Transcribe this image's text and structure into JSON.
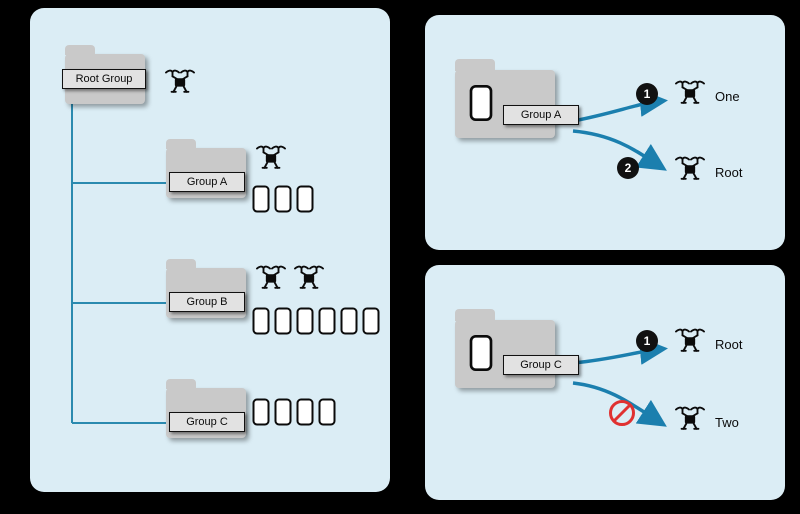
{
  "colors": {
    "background": "#000000",
    "panel_bg": "#dbedf5",
    "connector": "#2b8aaf",
    "arrow": "#1b7fae",
    "folder": "#c9c9c9",
    "label_bg": "#e2e2e2",
    "badge_bg": "#111111",
    "badge_text": "#ffffff",
    "prohibited": "#e03131"
  },
  "hierarchy_panel": {
    "root": {
      "label": "Root Group",
      "drone_count": 1,
      "phone_count": 0
    },
    "children": [
      {
        "label": "Group A",
        "drone_count": 1,
        "phone_count": 3
      },
      {
        "label": "Group B",
        "drone_count": 2,
        "phone_count": 6
      },
      {
        "label": "Group C",
        "drone_count": 0,
        "phone_count": 4
      }
    ]
  },
  "scenario_top": {
    "folder_label": "Group A",
    "phone_count": 1,
    "flows": [
      {
        "badge": "1",
        "target_label": "One",
        "allowed": true
      },
      {
        "badge": "2",
        "target_label": "Root",
        "allowed": true
      }
    ]
  },
  "scenario_bottom": {
    "folder_label": "Group C",
    "phone_count": 1,
    "flows": [
      {
        "badge": "1",
        "target_label": "Root",
        "allowed": true
      },
      {
        "badge": "",
        "target_label": "Two",
        "allowed": false
      }
    ]
  }
}
